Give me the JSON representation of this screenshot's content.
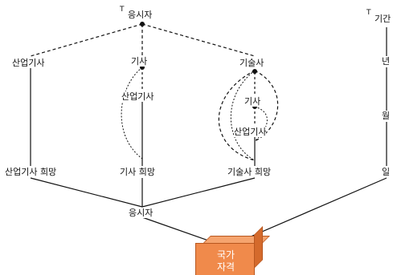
{
  "left_tree": {
    "top_marker": "T",
    "root": "응시자",
    "level1": [
      "산업기사",
      "기사",
      "기술사"
    ],
    "gisa_sub": "산업기사",
    "gisulsa_sub": [
      "기사",
      "산업기사"
    ],
    "hopes": [
      "산업기사 희망",
      "기사 희망",
      "기술사 희망"
    ],
    "converge": "응시자"
  },
  "right_tree": {
    "top_marker": "T",
    "root": "기간",
    "nodes": [
      "년",
      "월",
      "일"
    ]
  },
  "target_box": {
    "line1": "국가",
    "line2": "자격",
    "color": "#f08a4b"
  }
}
